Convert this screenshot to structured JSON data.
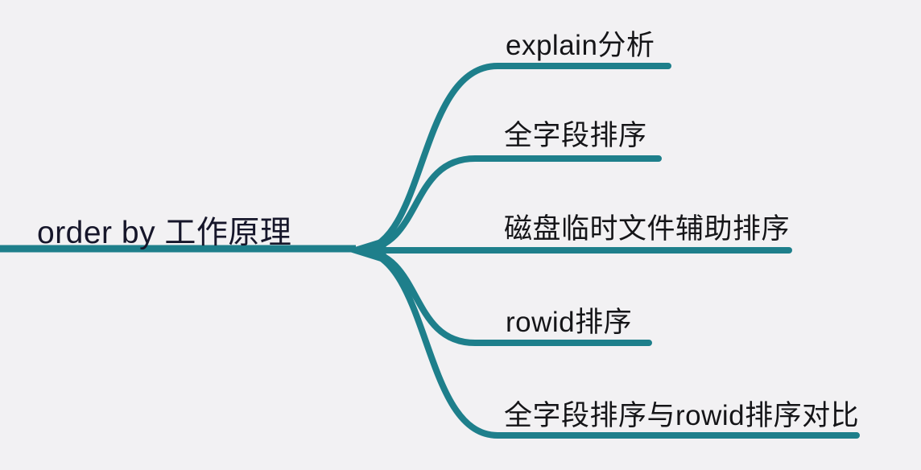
{
  "diagram": {
    "type": "mindmap",
    "background_color": "#f2f1f3",
    "line_color": "#1e7f8b",
    "text_color": "#151518",
    "root": {
      "label": "order by 工作原理"
    },
    "branches": [
      {
        "label": "explain分析"
      },
      {
        "label": "全字段排序"
      },
      {
        "label": "磁盘临时文件辅助排序"
      },
      {
        "label": "rowid排序"
      },
      {
        "label": "全字段排序与rowid排序对比"
      }
    ]
  }
}
